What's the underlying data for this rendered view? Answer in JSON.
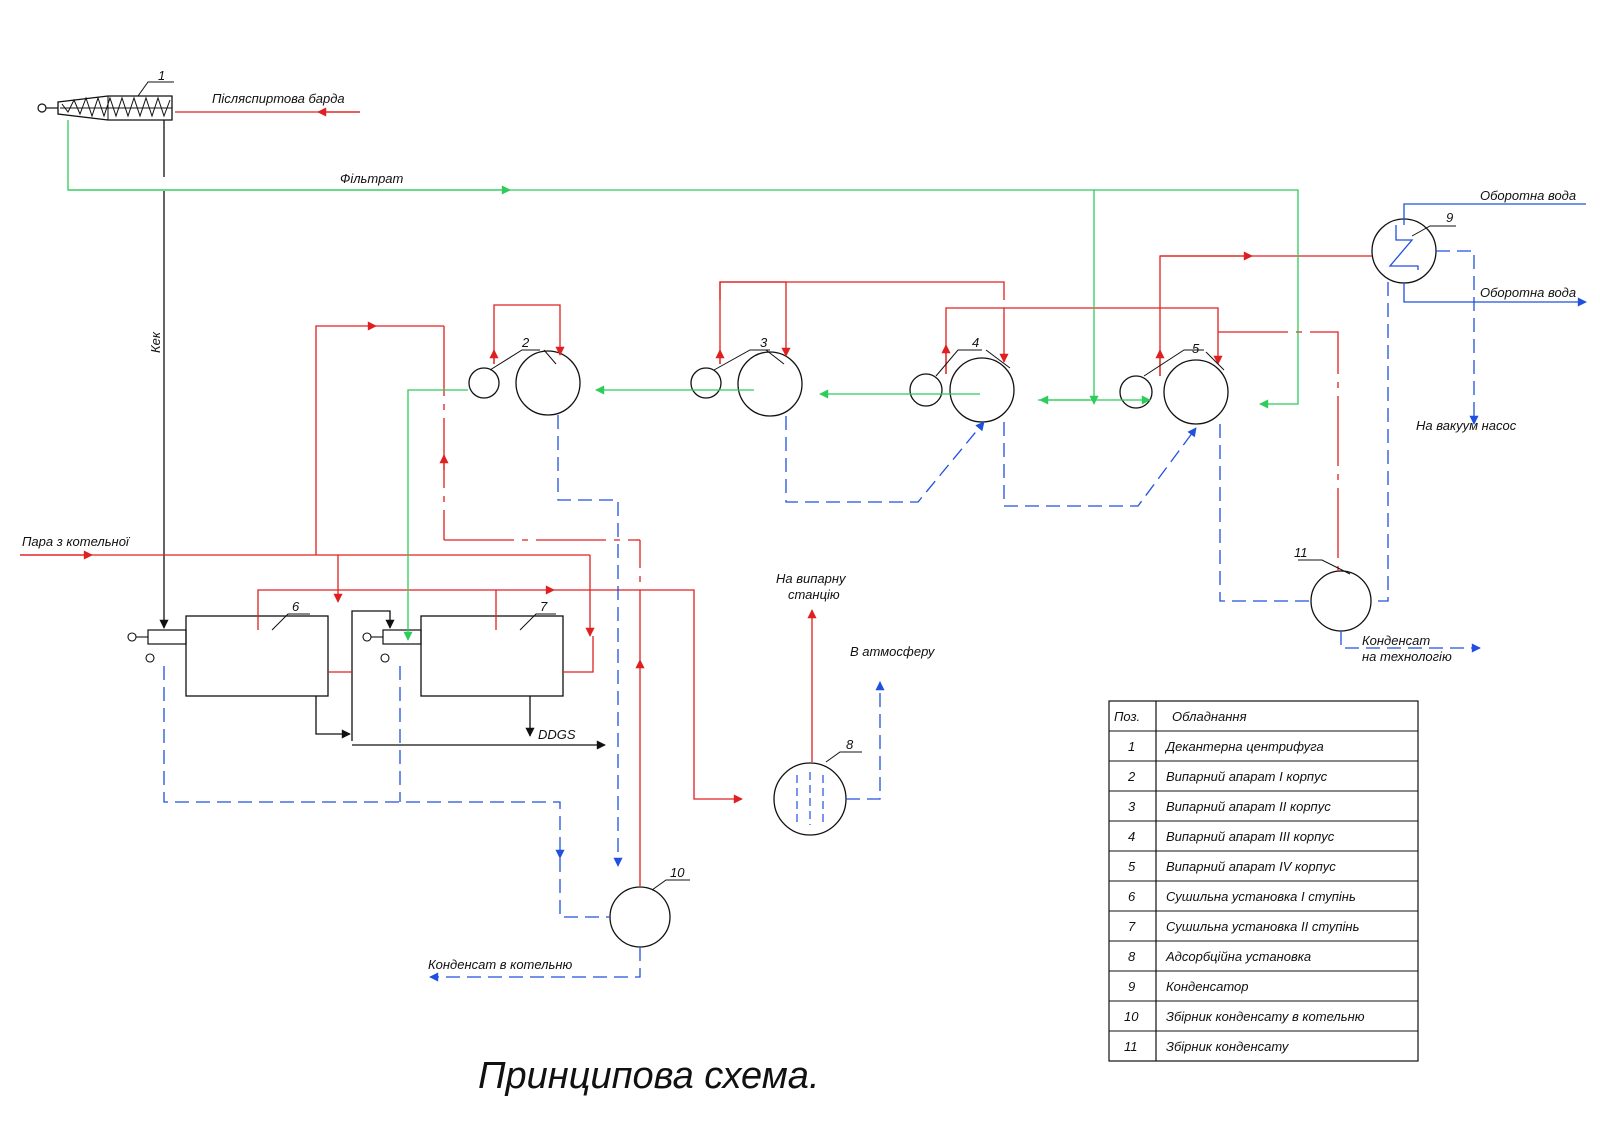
{
  "labels": {
    "vinasse": "Післяспиртова барда",
    "filtrate": "Фільтрат",
    "cake": "Кек",
    "steam": "Пара з котельної",
    "cooling_water_in": "Оборотна вода",
    "cooling_water_out": "Оборотна вода",
    "vacuum_pump": "На вакуум насос",
    "to_evap_line1": "На випарну",
    "to_evap_line2": "станцію",
    "to_atmosphere": "В атмосферу",
    "ddgs": "DDGS",
    "cond_boiler": "Конденсат в котельню",
    "cond_tech_line1": "Конденсат",
    "cond_tech_line2": "на технологію"
  },
  "positions": [
    "1",
    "2",
    "3",
    "4",
    "5",
    "6",
    "7",
    "8",
    "9",
    "10",
    "11"
  ],
  "legend": {
    "header_pos": "Поз.",
    "header_equipment": "Обладнання",
    "rows": [
      {
        "pos": "1",
        "name": "Декантерна центрифуга"
      },
      {
        "pos": "2",
        "name": "Випарний апарат I корпус"
      },
      {
        "pos": "3",
        "name": "Випарний апарат II корпус"
      },
      {
        "pos": "4",
        "name": "Випарний апарат III корпус"
      },
      {
        "pos": "5",
        "name": "Випарний апарат IV корпус"
      },
      {
        "pos": "6",
        "name": "Сушильна установка I ступінь"
      },
      {
        "pos": "7",
        "name": "Сушильна установка II ступінь"
      },
      {
        "pos": "8",
        "name": "Адсорбційна установка"
      },
      {
        "pos": "9",
        "name": "Конденсатор"
      },
      {
        "pos": "10",
        "name": "Збірник конденсату в котельню"
      },
      {
        "pos": "11",
        "name": "Збірник конденсату"
      }
    ]
  },
  "caption": "Принципова схема.",
  "colors": {
    "steam": "#e02020",
    "filtrate": "#2ecc5a",
    "condensate": "#2050e0",
    "solid": "#111111"
  }
}
